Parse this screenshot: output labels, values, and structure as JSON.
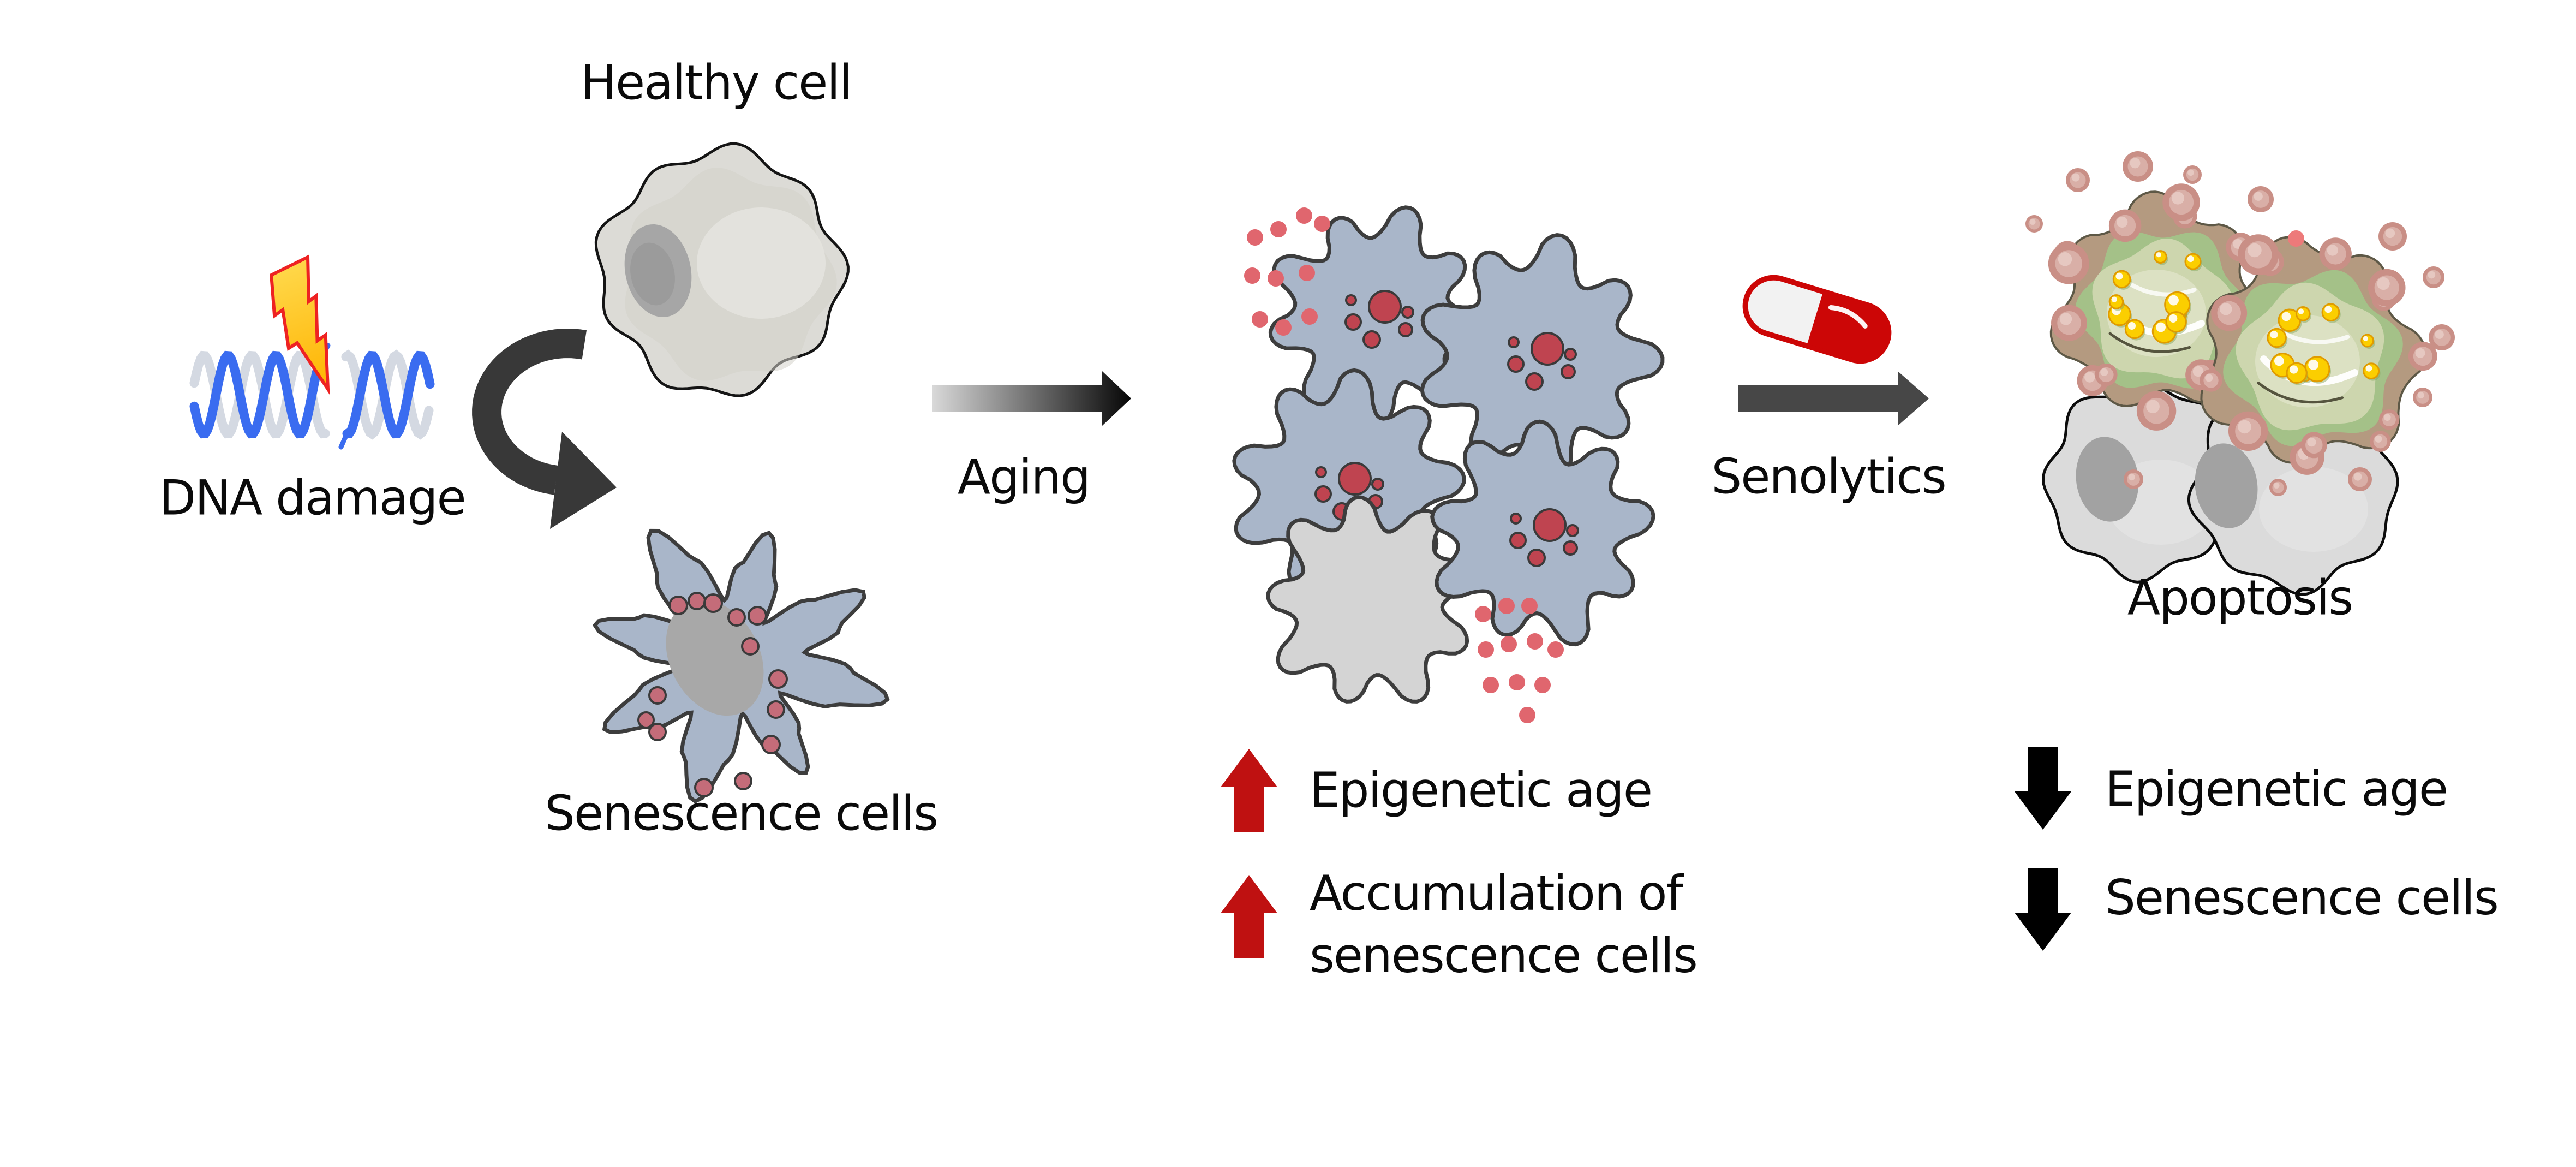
{
  "figure": {
    "description": "Cellular senescence diagram: DNA damage turns healthy cells into senescence cells; aging causes accumulation of senescent cells; senolytics drive them to apoptosis.",
    "labels": {
      "healthy_cell": "Healthy cell",
      "dna_damage": "DNA damage",
      "senescence_cells": "Senescence cells",
      "aging": "Aging",
      "senolytics": "Senolytics",
      "apoptosis": "Apoptosis"
    },
    "stats": {
      "middle": [
        {
          "direction": "up",
          "lines": [
            "Epigenetic age"
          ]
        },
        {
          "direction": "up",
          "lines": [
            "Accumulation of",
            "senescence cells"
          ]
        }
      ],
      "right": [
        {
          "direction": "down",
          "lines": [
            "Epigenetic age"
          ]
        },
        {
          "direction": "down",
          "lines": [
            "Senescence cells"
          ]
        }
      ]
    },
    "icons": [
      "lightning-bolt-icon",
      "dna-helix-icon",
      "curved-transition-arrow-icon",
      "aging-arrow-icon",
      "pill-capsule-icon",
      "senolytics-arrow-icon",
      "increase-arrow-icon",
      "decrease-arrow-icon"
    ],
    "palette": {
      "background": "#ffffff",
      "text": "#0a0a0a",
      "dna_strand_blue": "#3a6cf0",
      "dna_strand_gray": "#d4d9e2",
      "lightning_yellow_top": "#ffd84a",
      "lightning_yellow_tip": "#ffb300",
      "lightning_outline": "#ee2222",
      "healthy_cell_fill": "#dcdbd6",
      "nucleus_gray": "#a6a6a6",
      "membrane_outline": "#3d3d3d",
      "senescent_cell_fill": "#a9b6c9",
      "senescent_granule_red": "#c46c79",
      "nucleolus_red": "#bf4450",
      "sasp_dot_pink": "#e0666e",
      "curved_arrow_gray": "#383838",
      "aging_gradient_start": "#d9d9d9",
      "aging_gradient_end": "#060606",
      "senolytics_arrow_gray": "#474747",
      "pill_red": "#cc0606",
      "pill_white": "#f2f2f2",
      "increase_arrow_red": "#bf1111",
      "decrease_arrow_black": "#000000",
      "apoptotic_body_tan": "#b49a80",
      "apoptotic_rim_green": "#a4c188",
      "apoptotic_inner_green": "#cdd6ae",
      "apoptotic_center_green": "#dce2c4",
      "apoptotic_bleb_pink": "#c98f86",
      "apoptotic_bleb_inner": "#d9afa7",
      "apoptotic_vesicle_yellow": "#fbce00",
      "apoptotic_gray_cell": "#dbdbdb"
    }
  }
}
